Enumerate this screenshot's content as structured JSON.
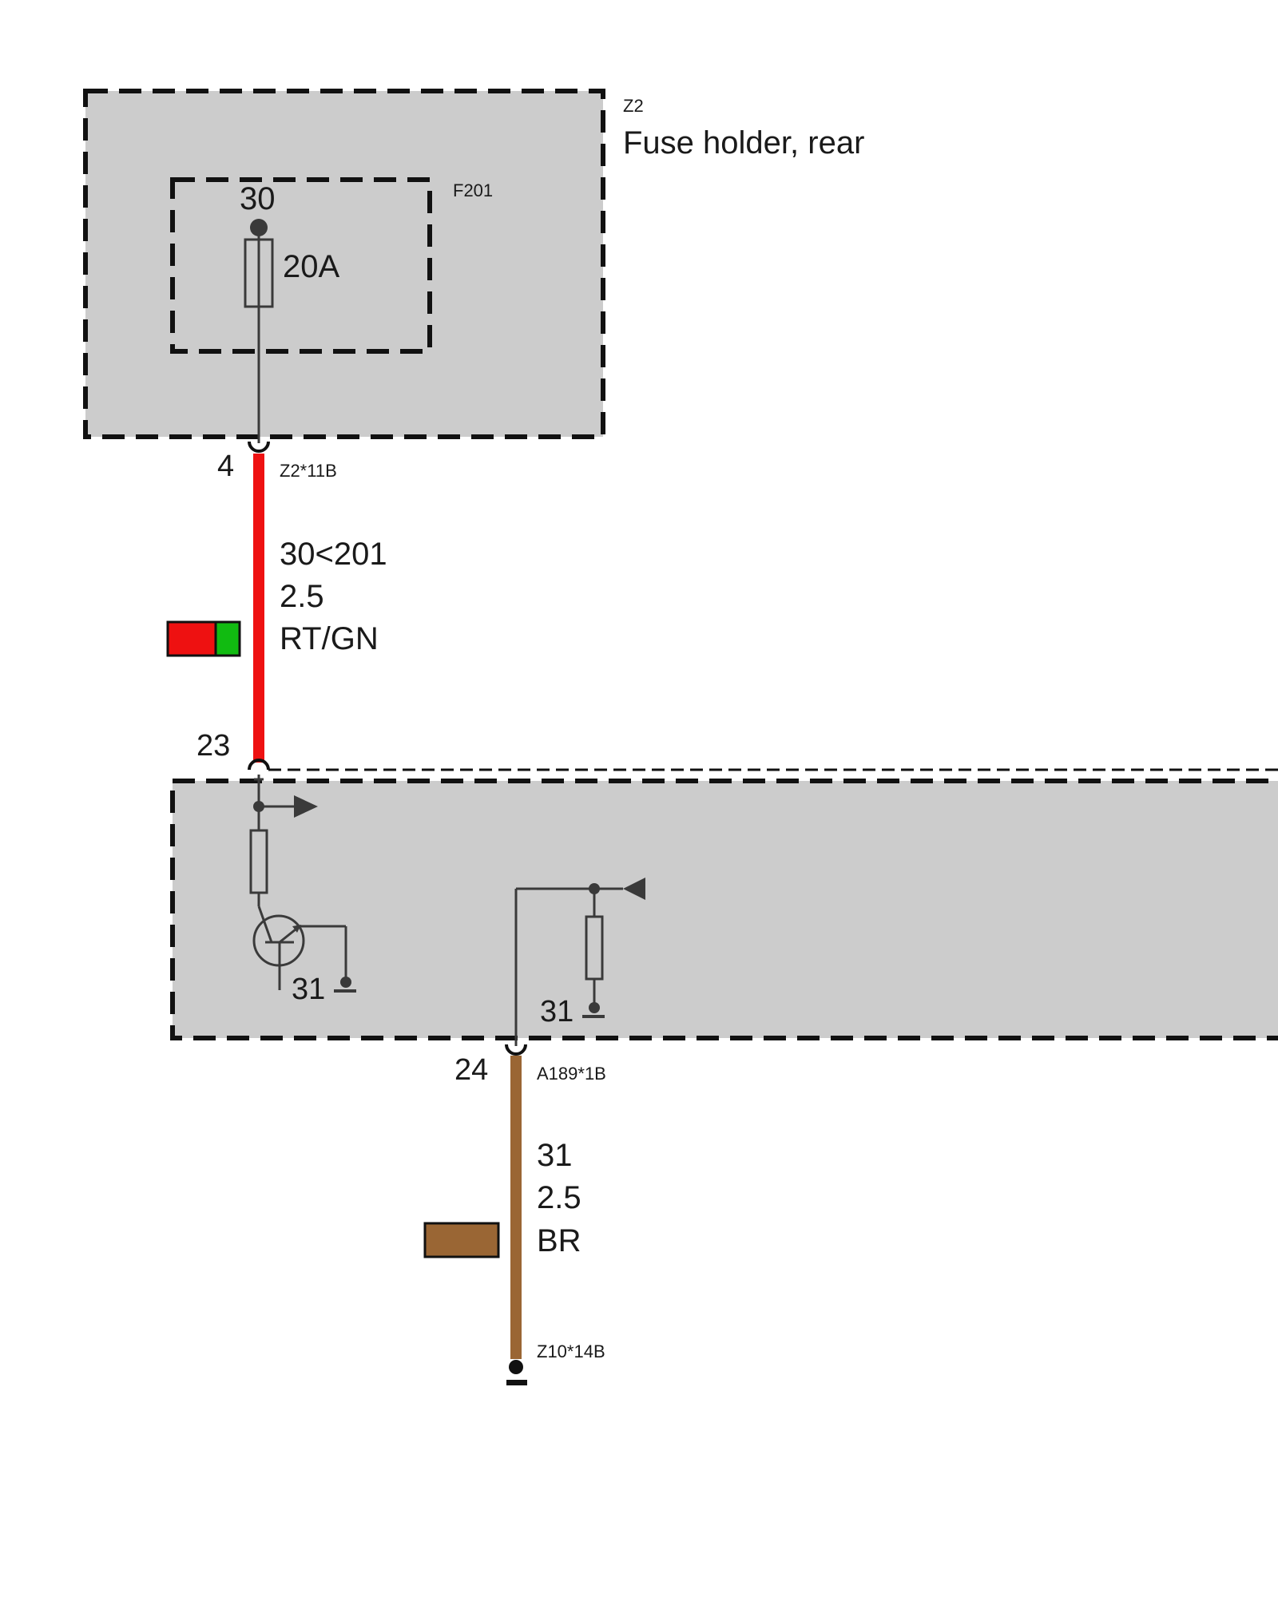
{
  "colors": {
    "module_fill": "#cccccc",
    "wire_red": "#ee1111",
    "wire_brown": "#9a6634",
    "swatch_green": "#11bb11",
    "outline": "#111111"
  },
  "fuse_holder": {
    "id": "Z2",
    "title": "Fuse holder, rear",
    "fuse": {
      "id": "F201",
      "terminal": "30",
      "rating": "20A"
    }
  },
  "wire_top": {
    "pin_top": "4",
    "connector_top": "Z2*11B",
    "circuit": "30<201",
    "size": "2.5",
    "color_code": "RT/GN",
    "pin_bottom": "23",
    "swatch_colors": [
      "#ee1111",
      "#11bb11"
    ]
  },
  "module": {
    "ground_label_left": "31",
    "ground_label_right": "31"
  },
  "wire_bottom": {
    "pin_top": "24",
    "connector_top": "A189*1B",
    "circuit": "31",
    "size": "2.5",
    "color_code": "BR",
    "ground_connector": "Z10*14B",
    "swatch_colors": [
      "#9a6634"
    ]
  },
  "icons": {
    "fuse": "fuse-icon",
    "transistor": "transistor-icon",
    "resistor": "resistor-icon",
    "ground": "ground-icon",
    "arrow_out": "output-arrow-icon",
    "arrow_in": "input-arrow-icon"
  }
}
